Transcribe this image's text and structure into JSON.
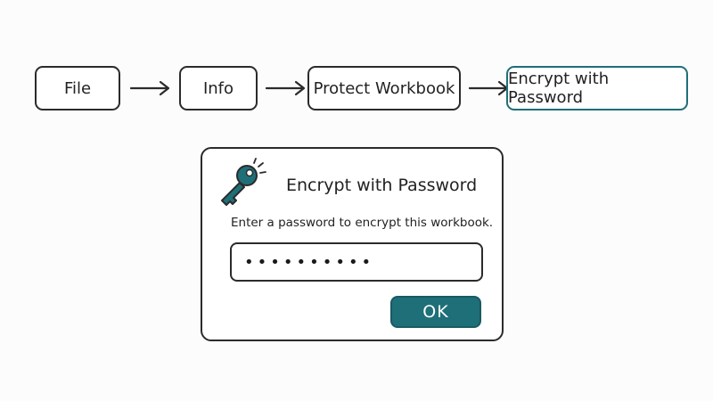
{
  "flow": {
    "steps": [
      {
        "label": "File"
      },
      {
        "label": "Info"
      },
      {
        "label": "Protect Workbook"
      },
      {
        "label": "Encrypt with Password"
      }
    ]
  },
  "dialog": {
    "icon": "key-icon",
    "title": "Encrypt with Password",
    "description": "Enter a password to encrypt this workbook.",
    "password_masked": "••••••••••",
    "ok_label": "OK"
  },
  "colors": {
    "accent": "#1f6f78",
    "ink": "#2b2b2b",
    "background": "#fcfcfc"
  }
}
